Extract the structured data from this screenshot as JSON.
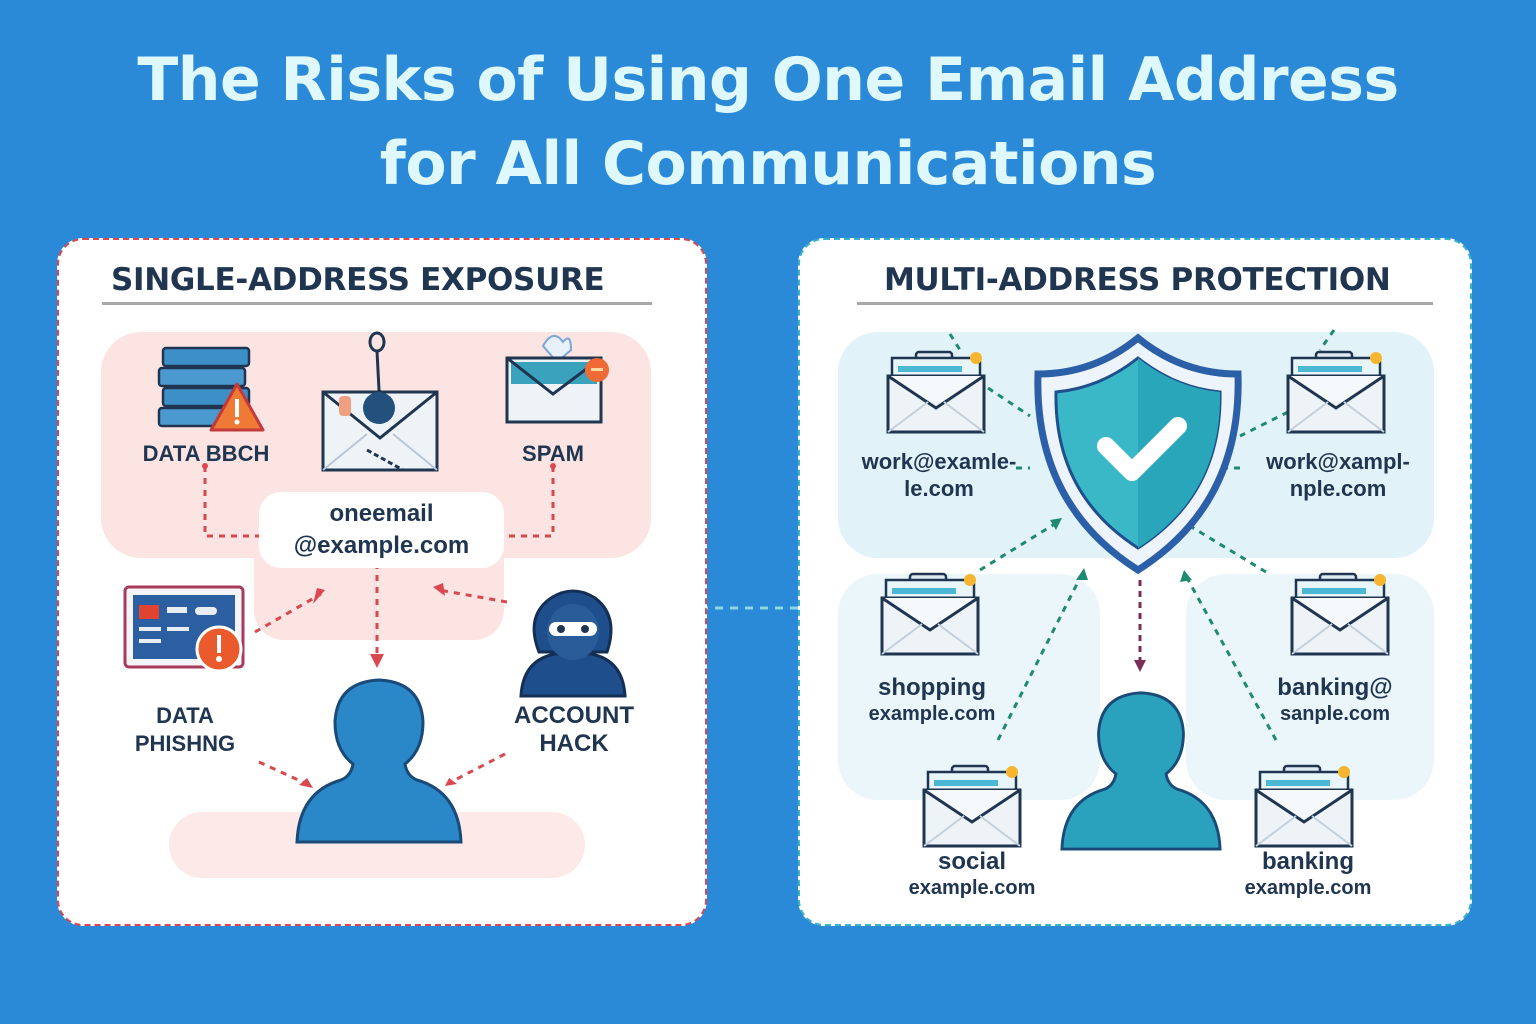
{
  "title": {
    "line1": "The Risks of Using One Email Address",
    "line2": "for All Communications"
  },
  "colors": {
    "background": "#2a8ad8",
    "title_text": "#dff8fb",
    "risk_accent": "#d9474f",
    "protection_accent": "#3bb3c7",
    "navy": "#1f3550",
    "person_blue": "#2a87c8",
    "person_teal": "#2aa2be",
    "shield_teal": "#2fb3c6"
  },
  "left_panel": {
    "heading": "SINGLE-ADDRESS EXPOSURE",
    "central_email": {
      "line1": "oneemail",
      "line2": "@example.com"
    },
    "threats": [
      {
        "id": "data-breach",
        "label": "DATA BBCH",
        "icon": "server-warning-icon"
      },
      {
        "id": "phishing-hook",
        "label": "",
        "icon": "fishing-hook-envelope-icon"
      },
      {
        "id": "spam",
        "label": "SPAM",
        "icon": "spam-envelope-icon"
      },
      {
        "id": "data-phishing",
        "label_line1": "DATA",
        "label_line2": "PHISHNG",
        "icon": "phishing-screen-icon"
      },
      {
        "id": "account-hack",
        "label_line1": "ACCOUNT",
        "label_line2": "HACK",
        "icon": "hacker-icon"
      }
    ],
    "user_icon": "person-icon"
  },
  "right_panel": {
    "heading": "MULTI-ADDRESS PROTECTION",
    "center_icon": "shield-check-icon",
    "addresses": [
      {
        "id": "work-left",
        "line1": "work@examle-",
        "line2": "le.com"
      },
      {
        "id": "work-right",
        "line1": "work@xampl-",
        "line2": "nple.com"
      },
      {
        "id": "shopping",
        "line1": "shopping",
        "line2": "example.com"
      },
      {
        "id": "banking-upper",
        "line1": "banking@",
        "line2": "sanple.com"
      },
      {
        "id": "social",
        "line1": "social",
        "line2": "example.com"
      },
      {
        "id": "banking-lower",
        "line1": "banking",
        "line2": "example.com"
      }
    ],
    "user_icon": "person-icon"
  }
}
